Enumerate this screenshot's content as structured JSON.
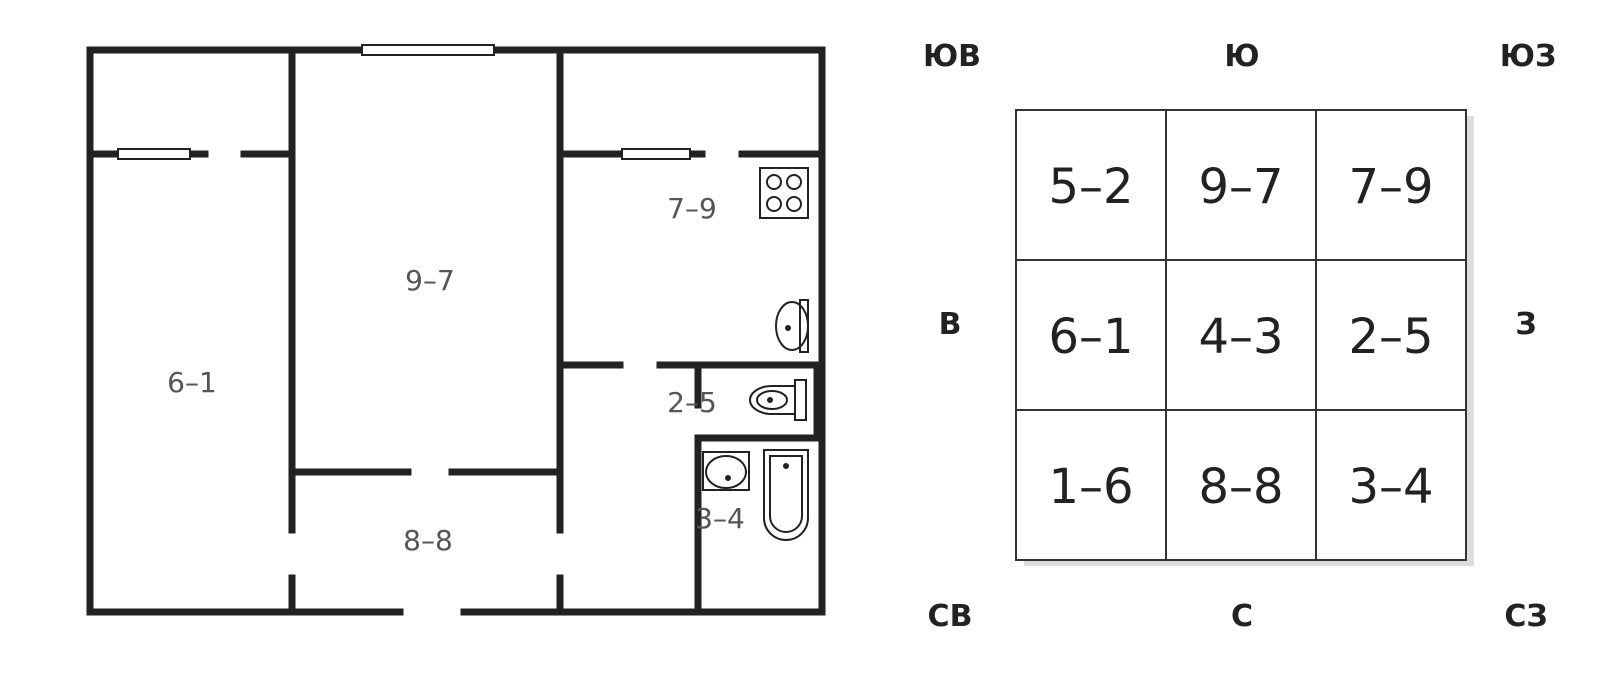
{
  "floor_plan": {
    "rooms": {
      "bedroom_left": "6–1",
      "living_room": "9–7",
      "kitchen": "7–9",
      "toilet": "2–5",
      "bathroom": "3–4",
      "hallway": "8–8"
    }
  },
  "grid": {
    "rows": [
      [
        "5–2",
        "9–7",
        "7–9"
      ],
      [
        "6–1",
        "4–3",
        "2–5"
      ],
      [
        "1–6",
        "8–8",
        "3–4"
      ]
    ]
  },
  "directions": {
    "southeast": "ЮВ",
    "south": "Ю",
    "southwest": "ЮЗ",
    "east": "В",
    "west": "З",
    "northeast": "СВ",
    "north": "С",
    "northwest": "СЗ"
  }
}
